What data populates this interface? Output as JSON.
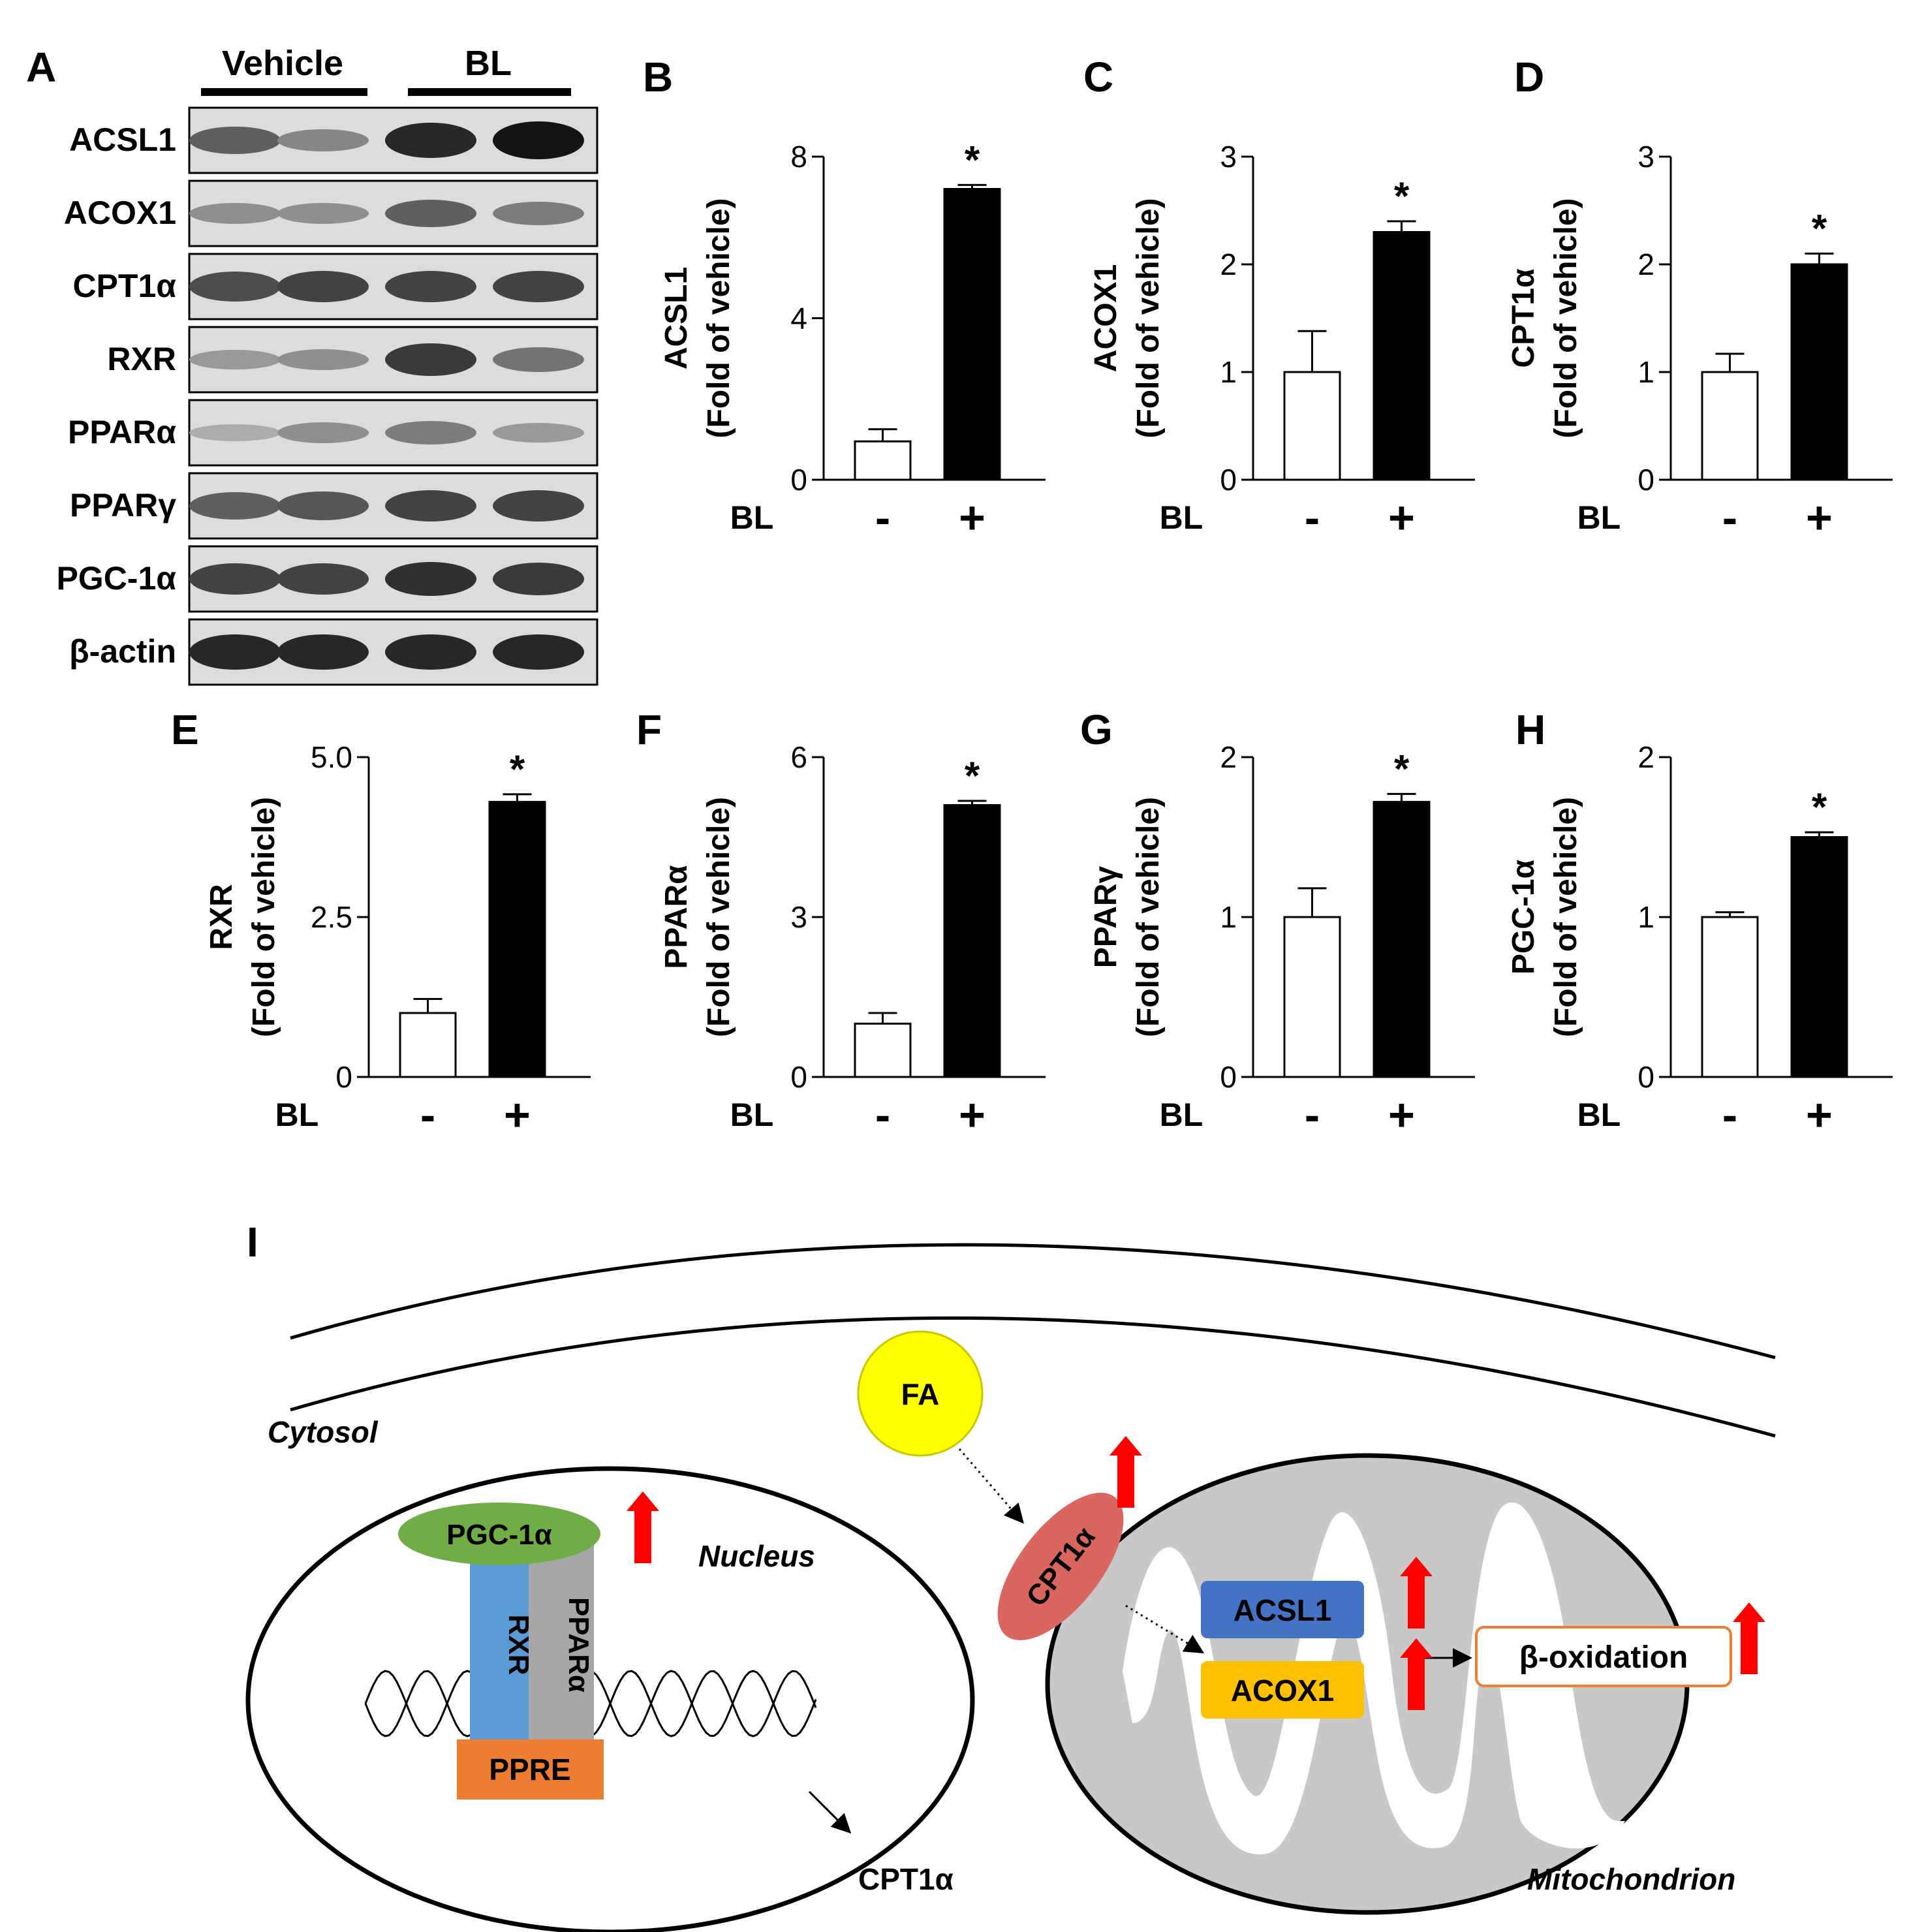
{
  "panel_labels": [
    "A",
    "B",
    "C",
    "D",
    "E",
    "F",
    "G",
    "H",
    "I"
  ],
  "blot": {
    "group_labels": [
      "Vehicle",
      "BL"
    ],
    "rows": [
      {
        "label": "ACSL1",
        "bands": [
          0.55,
          0.35,
          0.85,
          0.95
        ]
      },
      {
        "label": "ACOX1",
        "bands": [
          0.3,
          0.3,
          0.55,
          0.4
        ]
      },
      {
        "label": "CPT1α",
        "bands": [
          0.65,
          0.7,
          0.7,
          0.7
        ]
      },
      {
        "label": "RXR",
        "bands": [
          0.25,
          0.3,
          0.75,
          0.45
        ]
      },
      {
        "label": "PPARα",
        "bands": [
          0.15,
          0.3,
          0.4,
          0.25
        ]
      },
      {
        "label": "PPARγ",
        "bands": [
          0.55,
          0.6,
          0.7,
          0.7
        ]
      },
      {
        "label": "PGC-1α",
        "bands": [
          0.7,
          0.7,
          0.8,
          0.75
        ]
      },
      {
        "label": "β-actin",
        "bands": [
          0.85,
          0.85,
          0.85,
          0.85
        ]
      }
    ]
  },
  "chart_data": [
    {
      "type": "bar",
      "panel": "B",
      "ylabel": "ACSL1",
      "ylabel2": "(Fold of vehicle)",
      "x_axis_label": "BL",
      "categories": [
        "-",
        "+"
      ],
      "values": [
        0.95,
        7.2
      ],
      "errors": [
        0.3,
        0.1
      ],
      "ylim": [
        0,
        8
      ],
      "yticks": [
        "0",
        "4",
        "8"
      ],
      "significance": [
        "",
        "*"
      ]
    },
    {
      "type": "bar",
      "panel": "C",
      "ylabel": "ACOX1",
      "ylabel2": "(Fold of vehicle)",
      "x_axis_label": "BL",
      "categories": [
        "-",
        "+"
      ],
      "values": [
        1.0,
        2.3
      ],
      "errors": [
        0.38,
        0.1
      ],
      "ylim": [
        0,
        3
      ],
      "yticks": [
        "0",
        "1",
        "2",
        "3"
      ],
      "significance": [
        "",
        "*"
      ]
    },
    {
      "type": "bar",
      "panel": "D",
      "ylabel": "CPT1α",
      "ylabel2": "(Fold of vehicle)",
      "x_axis_label": "BL",
      "categories": [
        "-",
        "+"
      ],
      "values": [
        1.0,
        2.0
      ],
      "errors": [
        0.17,
        0.1
      ],
      "ylim": [
        0,
        3
      ],
      "yticks": [
        "0",
        "1",
        "2",
        "3"
      ],
      "significance": [
        "",
        "*"
      ]
    },
    {
      "type": "bar",
      "panel": "E",
      "ylabel": "RXR",
      "ylabel2": "(Fold of vehicle)",
      "x_axis_label": "BL",
      "categories": [
        "-",
        "+"
      ],
      "values": [
        1.0,
        4.3
      ],
      "errors": [
        0.22,
        0.12
      ],
      "ylim": [
        0,
        5
      ],
      "yticks": [
        "0",
        "2.5",
        "5.0"
      ],
      "significance": [
        "",
        "*"
      ]
    },
    {
      "type": "bar",
      "panel": "F",
      "ylabel": "PPARα",
      "ylabel2": "(Fold of vehicle)",
      "x_axis_label": "BL",
      "categories": [
        "-",
        "+"
      ],
      "values": [
        1.0,
        5.1
      ],
      "errors": [
        0.2,
        0.08
      ],
      "ylim": [
        0,
        6
      ],
      "yticks": [
        "0",
        "3",
        "6"
      ],
      "significance": [
        "",
        "*"
      ]
    },
    {
      "type": "bar",
      "panel": "G",
      "ylabel": "PPARγ",
      "ylabel2": "(Fold of vehicle)",
      "x_axis_label": "BL",
      "categories": [
        "-",
        "+"
      ],
      "values": [
        1.0,
        1.72
      ],
      "errors": [
        0.18,
        0.05
      ],
      "ylim": [
        0,
        2
      ],
      "yticks": [
        "0",
        "1",
        "2"
      ],
      "significance": [
        "",
        "*"
      ]
    },
    {
      "type": "bar",
      "panel": "H",
      "ylabel": "PGC-1α",
      "ylabel2": "(Fold of vehicle)",
      "x_axis_label": "BL",
      "categories": [
        "-",
        "+"
      ],
      "values": [
        1.0,
        1.5
      ],
      "errors": [
        0.03,
        0.03
      ],
      "ylim": [
        0,
        2
      ],
      "yticks": [
        "0",
        "1",
        "2"
      ],
      "significance": [
        "",
        "*"
      ]
    }
  ],
  "diagram": {
    "cytosol": "Cytosol",
    "nucleus": "Nucleus",
    "mitochondrion": "Mitochondrion",
    "pgc1a": "PGC-1α",
    "rxr": "RXR",
    "ppara": "PPARα",
    "ppre": "PPRE",
    "cpt1a_output": "CPT1α",
    "fa": "FA",
    "cpt1a": "CPT1α",
    "acsl1": "ACSL1",
    "acox1": "ACOX1",
    "beta_oxidation": "β-oxidation",
    "colors": {
      "pgc1a": "#70ad47",
      "rxr": "#5b9bd5",
      "ppara": "#a6a6a6",
      "ppre": "#ed7d31",
      "fa": "#ffff00",
      "cpt1a": "#d9675f",
      "acsl1": "#4472c4",
      "acox1": "#ffc000",
      "mito": "#c8c8c8",
      "beta_border": "#ed7d31",
      "arrow": "#ff0000"
    }
  }
}
